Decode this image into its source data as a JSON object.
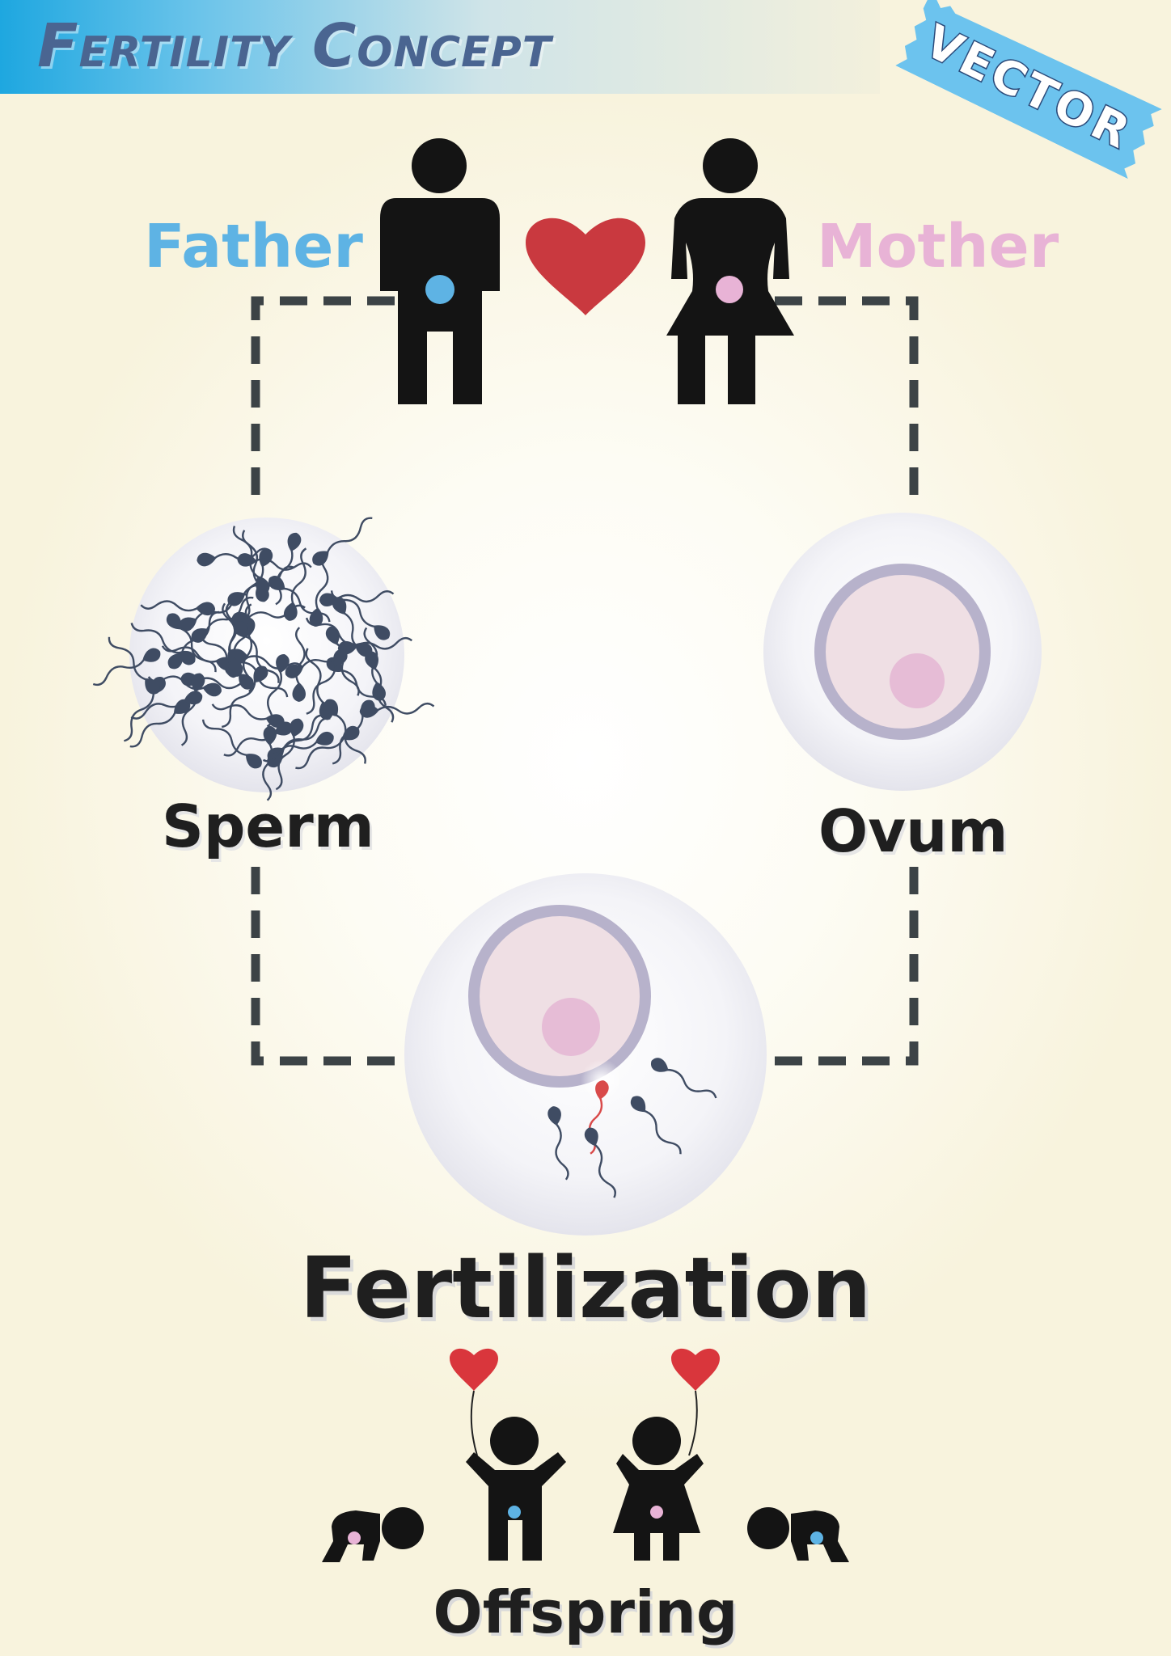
{
  "header": {
    "title": "Fertility Concept"
  },
  "badge": {
    "label": "VECTOR"
  },
  "labels": {
    "father": "Father",
    "mother": "Mother",
    "sperm": "Sperm",
    "ovum": "Ovum",
    "fertilization": "Fertilization",
    "offspring": "Offspring"
  },
  "colors": {
    "banner_start": "#1ea7e0",
    "father_label": "#5eb3e4",
    "mother_label": "#e8b3d6",
    "heart": "#c9393f",
    "silhouette": "#141414",
    "sperm": "#3f4c63",
    "dashes": "#3c4346",
    "highlight_sperm": "#d94a4a"
  },
  "icons": [
    "father-silhouette-icon",
    "mother-silhouette-icon",
    "heart-icon",
    "sperm-cluster-icon",
    "ovum-cell-icon",
    "fertilized-egg-icon",
    "boy-with-balloon-icon",
    "girl-with-balloon-icon",
    "crawling-baby-icon"
  ]
}
